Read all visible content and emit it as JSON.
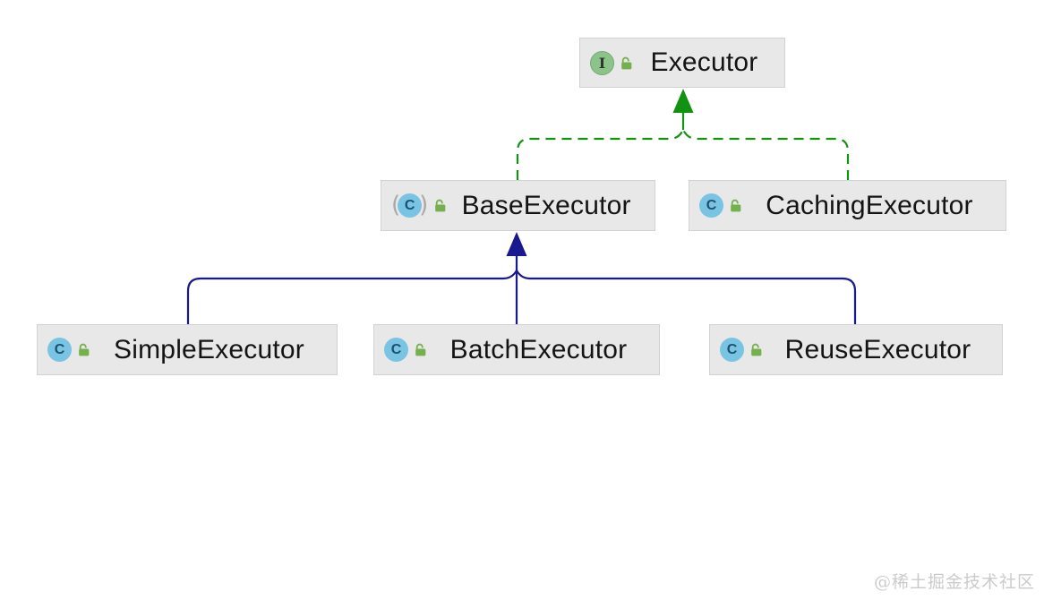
{
  "diagram": {
    "type": "uml-class-hierarchy",
    "nodes": [
      {
        "id": "executor",
        "label": "Executor",
        "kind": "interface",
        "visibility": "public"
      },
      {
        "id": "base",
        "label": "BaseExecutor",
        "kind": "abstract-class",
        "visibility": "public"
      },
      {
        "id": "caching",
        "label": "CachingExecutor",
        "kind": "class",
        "visibility": "public"
      },
      {
        "id": "simple",
        "label": "SimpleExecutor",
        "kind": "class",
        "visibility": "public"
      },
      {
        "id": "batch",
        "label": "BatchExecutor",
        "kind": "class",
        "visibility": "public"
      },
      {
        "id": "reuse",
        "label": "ReuseExecutor",
        "kind": "class",
        "visibility": "public"
      }
    ],
    "edges": [
      {
        "from": "BaseExecutor",
        "to": "Executor",
        "type": "implements",
        "style": "dashed",
        "color": "#119211"
      },
      {
        "from": "CachingExecutor",
        "to": "Executor",
        "type": "implements",
        "style": "dashed",
        "color": "#119211"
      },
      {
        "from": "SimpleExecutor",
        "to": "BaseExecutor",
        "type": "extends",
        "style": "solid",
        "color": "#18188f"
      },
      {
        "from": "BatchExecutor",
        "to": "BaseExecutor",
        "type": "extends",
        "style": "solid",
        "color": "#18188f"
      },
      {
        "from": "ReuseExecutor",
        "to": "BaseExecutor",
        "type": "extends",
        "style": "solid",
        "color": "#18188f"
      }
    ],
    "icons": {
      "interface_letter": "I",
      "class_letter": "C",
      "abstract_paren_open": "(",
      "abstract_paren_close": ")"
    },
    "colors": {
      "node_background": "#e8e8e8",
      "node_border": "#d2d2d2",
      "node_text": "#141414",
      "interface_icon": "#8cc38a",
      "class_icon": "#79c4e2",
      "lock_icon": "#74b04b",
      "implements_edge": "#119211",
      "extends_edge": "#18188f"
    }
  },
  "watermark": {
    "text": "@稀土掘金技术社区"
  }
}
